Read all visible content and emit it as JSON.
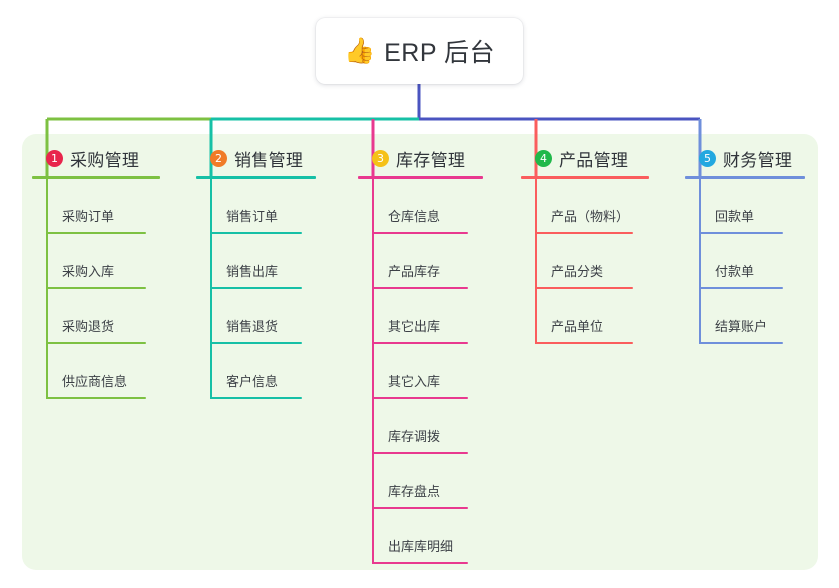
{
  "root": {
    "icon": "thumbs-up-icon",
    "emoji": "👍",
    "title": "ERP 后台"
  },
  "colors": {
    "panel_bg": "#eef8e8",
    "page_bg": "#ffffff",
    "root_trunk": "#4a54c0",
    "text": "#30343a"
  },
  "columns": [
    {
      "number": "1",
      "title": "采购管理",
      "badge_color": "#e8254c",
      "line_color": "#7dc142",
      "items": [
        {
          "label": "采购订单"
        },
        {
          "label": "采购入库"
        },
        {
          "label": "采购退货"
        },
        {
          "label": "供应商信息"
        }
      ]
    },
    {
      "number": "2",
      "title": "销售管理",
      "badge_color": "#f07b28",
      "line_color": "#16c0a6",
      "items": [
        {
          "label": "销售订单"
        },
        {
          "label": "销售出库"
        },
        {
          "label": "销售退货"
        },
        {
          "label": "客户信息"
        }
      ]
    },
    {
      "number": "3",
      "title": "库存管理",
      "badge_color": "#f5c117",
      "line_color": "#e8398f",
      "items": [
        {
          "label": "仓库信息"
        },
        {
          "label": "产品库存"
        },
        {
          "label": "其它出库"
        },
        {
          "label": "其它入库"
        },
        {
          "label": "库存调拨"
        },
        {
          "label": "库存盘点"
        },
        {
          "label": "出库库明细"
        }
      ]
    },
    {
      "number": "4",
      "title": "产品管理",
      "badge_color": "#20b84a",
      "line_color": "#fa5d5d",
      "items": [
        {
          "label": "产品（物料）"
        },
        {
          "label": "产品分类"
        },
        {
          "label": "产品单位"
        }
      ]
    },
    {
      "number": "5",
      "title": "财务管理",
      "badge_color": "#22a8e0",
      "line_color": "#6f8fdb",
      "items": [
        {
          "label": "回款单"
        },
        {
          "label": "付款单"
        },
        {
          "label": "结算账户"
        }
      ]
    }
  ]
}
